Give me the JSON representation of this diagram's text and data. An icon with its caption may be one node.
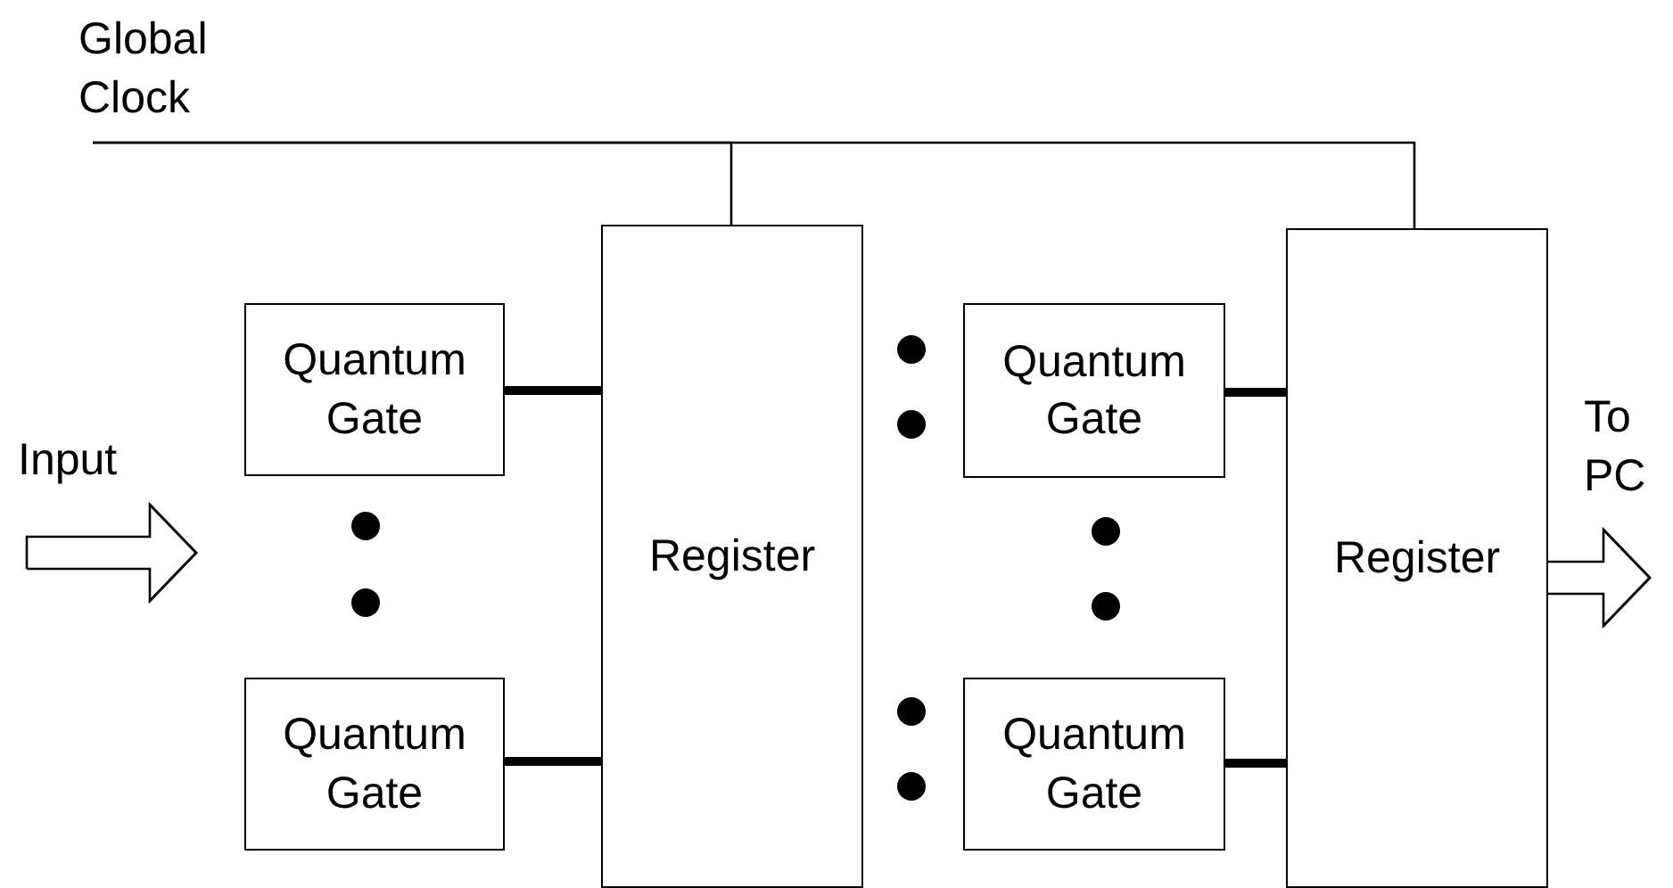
{
  "diagram": {
    "nodes": [
      {
        "text": [
          "Global Clock"
        ]
      },
      {
        "text": [
          "Quantum Gate"
        ]
      },
      {
        "text": [
          "Quantum Gate"
        ]
      },
      {
        "text": [
          "Register"
        ]
      },
      {
        "text": [
          "Quantum Gate"
        ]
      },
      {
        "text": [
          "Quantum Gate"
        ]
      },
      {
        "text": [
          "Register"
        ]
      },
      {
        "text": [
          "Input"
        ]
      }
    ],
    "edges": [
      {
        "from": 0,
        "to": 3,
        "arrow": "none"
      },
      {
        "from": 0,
        "to": 6,
        "arrow": "none"
      },
      {
        "from": 1,
        "to": 3,
        "arrow": "none",
        "style": "thick"
      },
      {
        "from": 2,
        "to": 3,
        "arrow": "none",
        "style": "thick"
      },
      {
        "from": 4,
        "to": 6,
        "arrow": "none",
        "style": "thick"
      },
      {
        "from": 5,
        "to": 6,
        "arrow": "none",
        "style": "thick"
      },
      {
        "from": 7,
        "to": null,
        "arrow": "to"
      },
      {
        "from": 6,
        "to": null,
        "arrow": "to"
      }
    ],
    "labels": [
      "To PC"
    ]
  }
}
